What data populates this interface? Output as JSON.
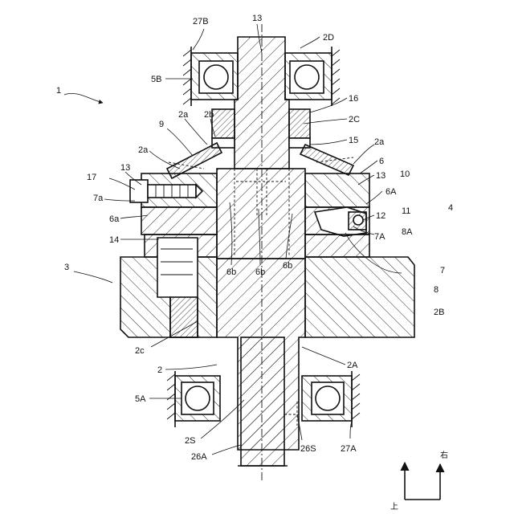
{
  "labels": {
    "l1": "1",
    "l2": "2",
    "l2A": "2A",
    "l2B": "2B",
    "l2C": "2C",
    "l2D": "2D",
    "l2S": "2S",
    "l2a1": "2a",
    "l2a2": "2a",
    "l2a3": "2a",
    "l2b": "2b",
    "l2c": "2c",
    "l3": "3",
    "l4": "4",
    "l5A": "5A",
    "l5B": "5B",
    "l6": "6",
    "l6A": "6A",
    "l6a": "6a",
    "l6b1": "6b",
    "l6b2": "6b",
    "l6b3": "6b",
    "l7": "7",
    "l7A": "7A",
    "l7a": "7a",
    "l8": "8",
    "l8A": "8A",
    "l9": "9",
    "l10": "10",
    "l11": "11",
    "l12": "12",
    "l13a": "13",
    "l13b": "13",
    "l13c": "13",
    "l14": "14",
    "l15": "15",
    "l16": "16",
    "l17": "17",
    "l26A": "26A",
    "l26S": "26S",
    "l27A": "27A",
    "l27B": "27B"
  },
  "axis": {
    "up": "上",
    "right": "右"
  }
}
